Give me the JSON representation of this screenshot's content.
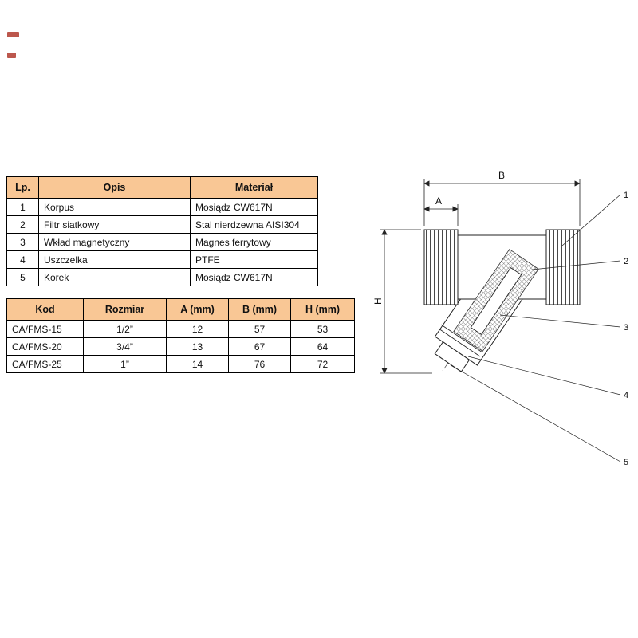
{
  "theme": {
    "header_bg": "#f9c795",
    "table_border": "#000000",
    "drawing_line": "#222222"
  },
  "parts_table": {
    "headers": [
      "Lp.",
      "Opis",
      "Materiał"
    ],
    "rows": [
      [
        "1",
        "Korpus",
        "Mosiądz CW617N"
      ],
      [
        "2",
        "Filtr siatkowy",
        "Stal nierdzewna AISI304"
      ],
      [
        "3",
        "Wkład magnetyczny",
        "Magnes ferrytowy"
      ],
      [
        "4",
        "Uszczelka",
        "PTFE"
      ],
      [
        "5",
        "Korek",
        "Mosiądz CW617N"
      ]
    ]
  },
  "size_table": {
    "headers": [
      "Kod",
      "Rozmiar",
      "A (mm)",
      "B (mm)",
      "H (mm)"
    ],
    "rows": [
      [
        "CA/FMS-15",
        "1/2”",
        "12",
        "57",
        "53"
      ],
      [
        "CA/FMS-20",
        "3/4”",
        "13",
        "67",
        "64"
      ],
      [
        "CA/FMS-25",
        "1”",
        "14",
        "76",
        "72"
      ]
    ]
  },
  "drawing": {
    "dimensions": {
      "a": "A",
      "b": "B",
      "h": "H"
    },
    "callouts": [
      "1",
      "2",
      "3",
      "4",
      "5"
    ]
  }
}
